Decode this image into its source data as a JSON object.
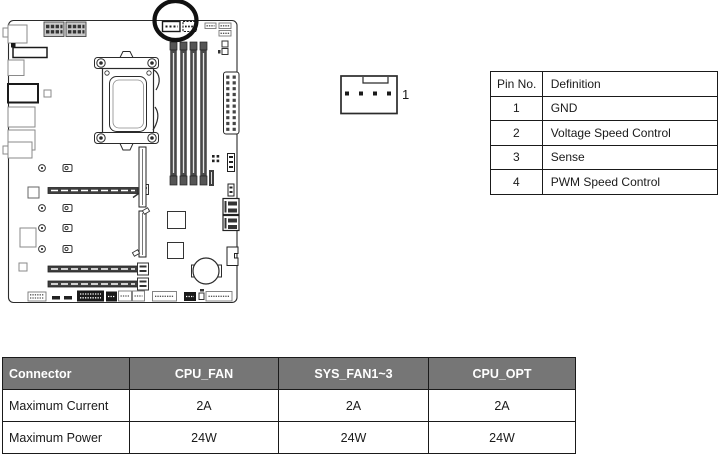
{
  "figure": {
    "fan_connector": {
      "pin_label": "1"
    }
  },
  "pin_table": {
    "headers": {
      "pin": "Pin No.",
      "definition": "Definition"
    },
    "rows": [
      {
        "pin": "1",
        "definition": "GND"
      },
      {
        "pin": "2",
        "definition": "Voltage Speed Control"
      },
      {
        "pin": "3",
        "definition": "Sense"
      },
      {
        "pin": "4",
        "definition": "PWM Speed Control"
      }
    ]
  },
  "spec_table": {
    "headers": [
      "Connector",
      "CPU_FAN",
      "SYS_FAN1~3",
      "CPU_OPT"
    ],
    "rows": [
      {
        "label": "Maximum Current",
        "values": [
          "2A",
          "2A",
          "2A"
        ]
      },
      {
        "label": "Maximum Power",
        "values": [
          "24W",
          "24W",
          "24W"
        ]
      }
    ]
  },
  "colors": {
    "table_header_bg": "#767676",
    "table_header_text": "#ffffff",
    "line": "#2b2b2b",
    "highlight_circle": "#111111"
  }
}
